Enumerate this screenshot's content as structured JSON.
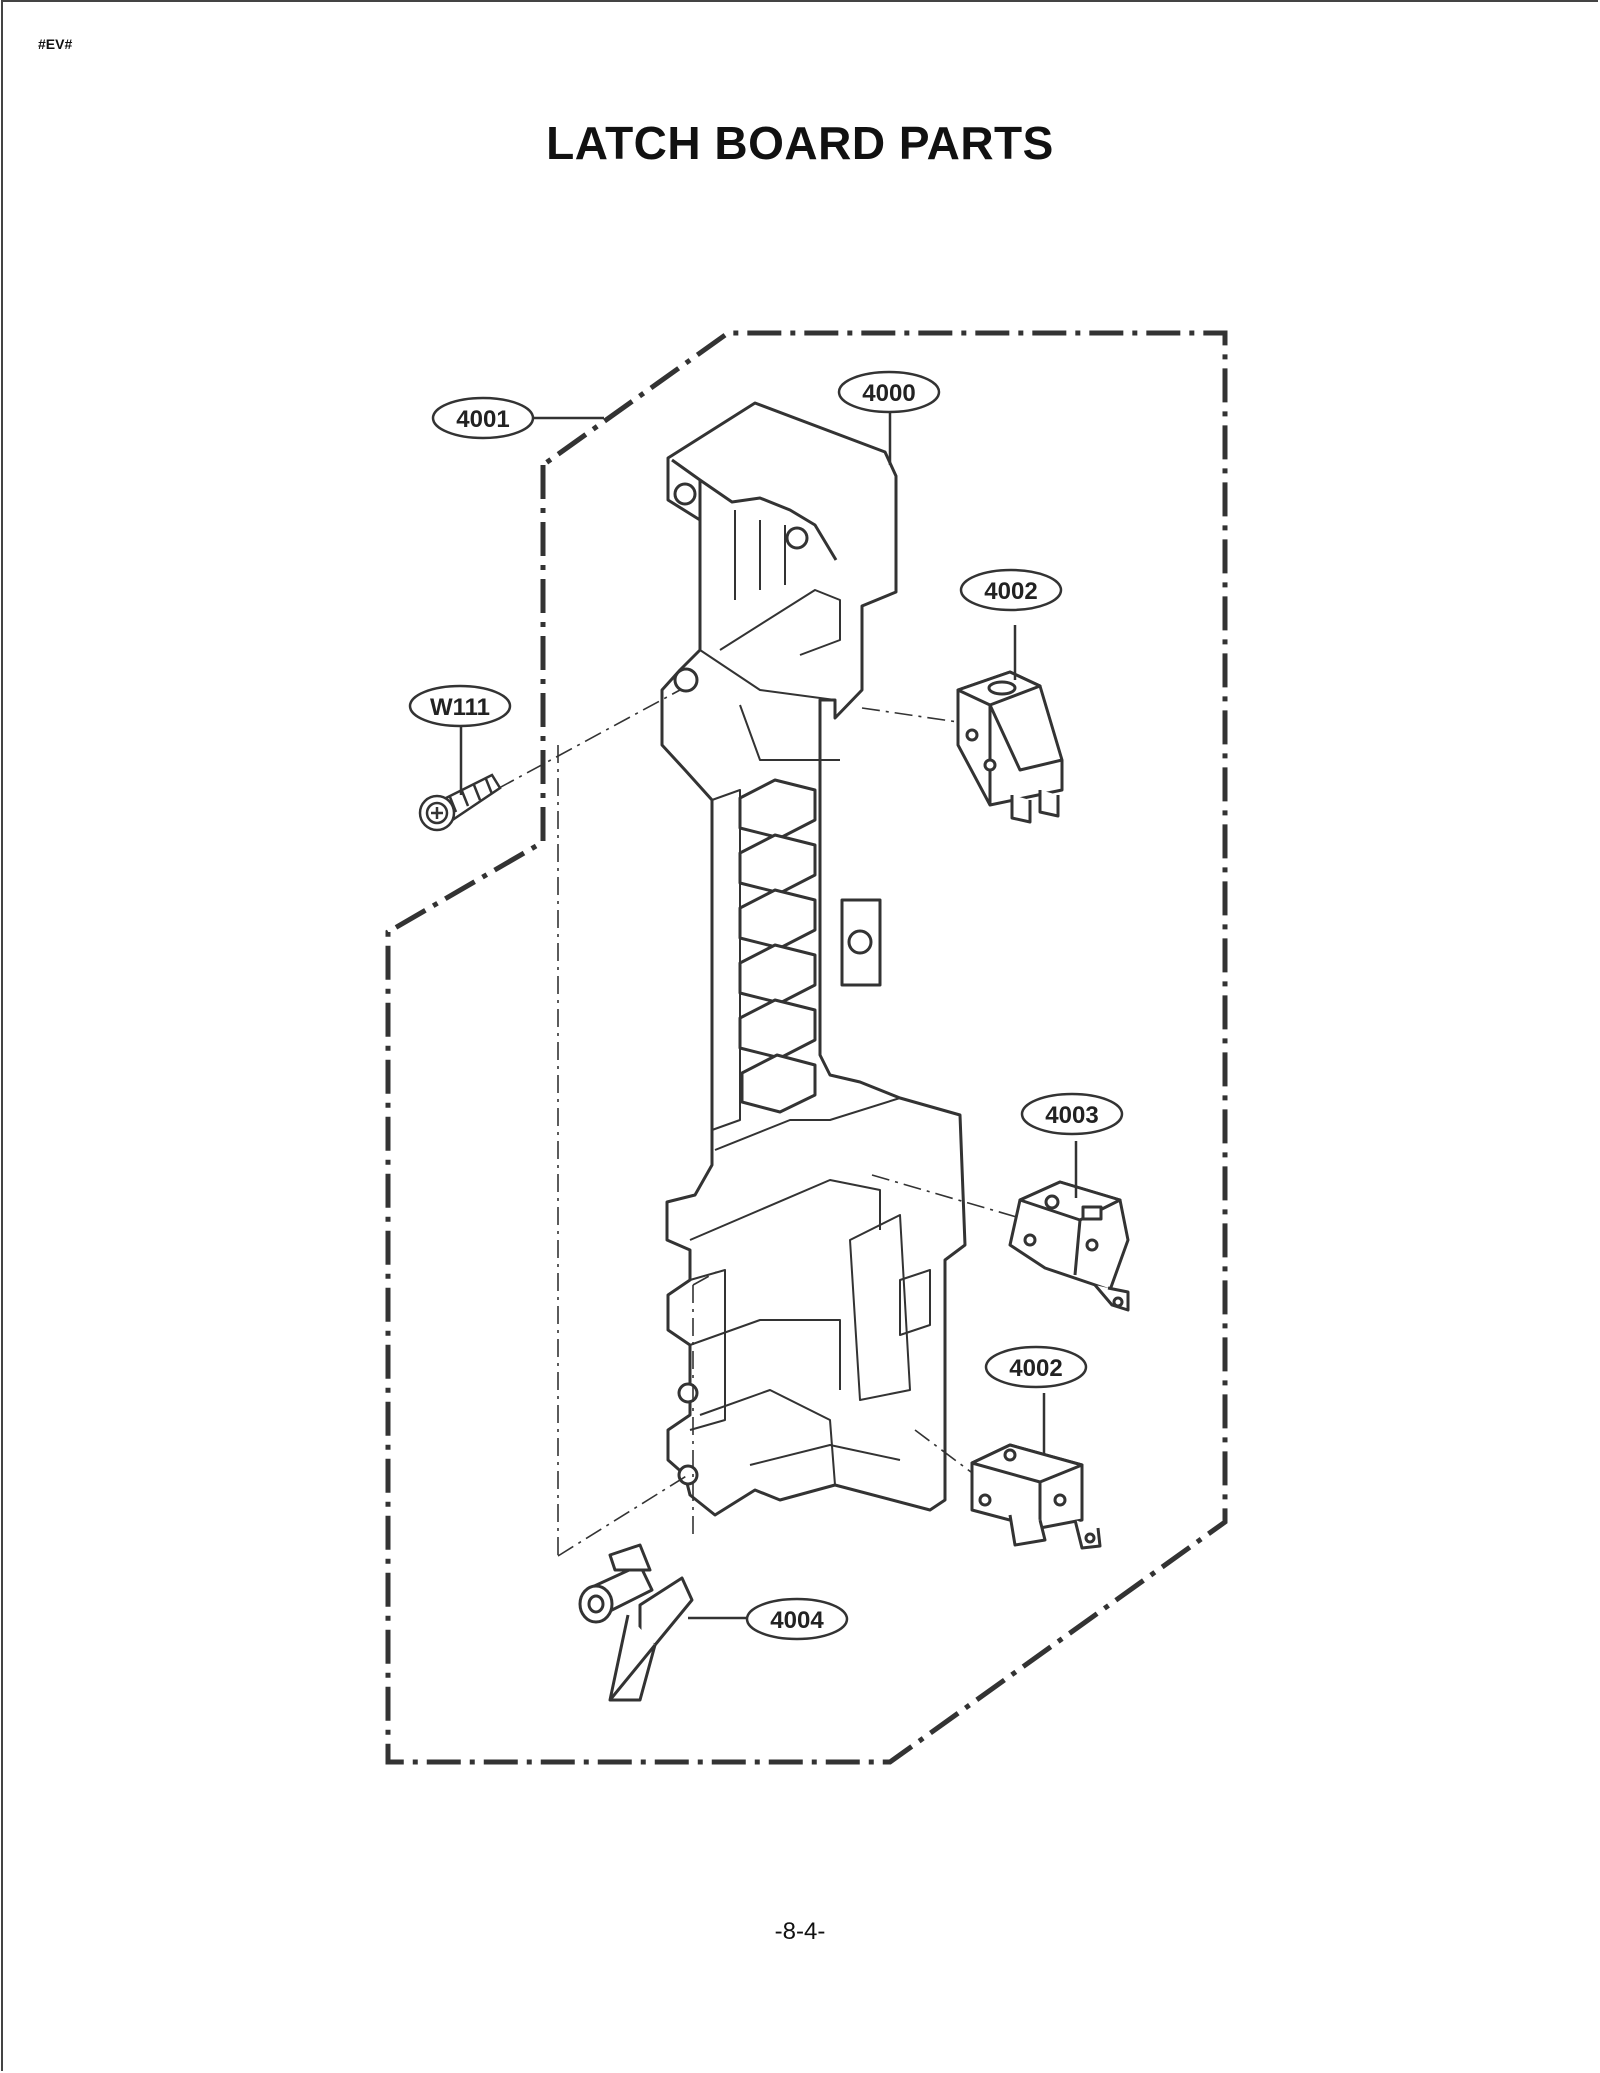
{
  "header": {
    "tag": "#EV#",
    "title": "LATCH BOARD PARTS"
  },
  "footer": {
    "page_number": "-8-4-"
  },
  "callouts": [
    {
      "id": "4001"
    },
    {
      "id": "4000"
    },
    {
      "id": "4002"
    },
    {
      "id": "W111"
    },
    {
      "id": "4003"
    },
    {
      "id": "4002"
    },
    {
      "id": "4004"
    }
  ]
}
